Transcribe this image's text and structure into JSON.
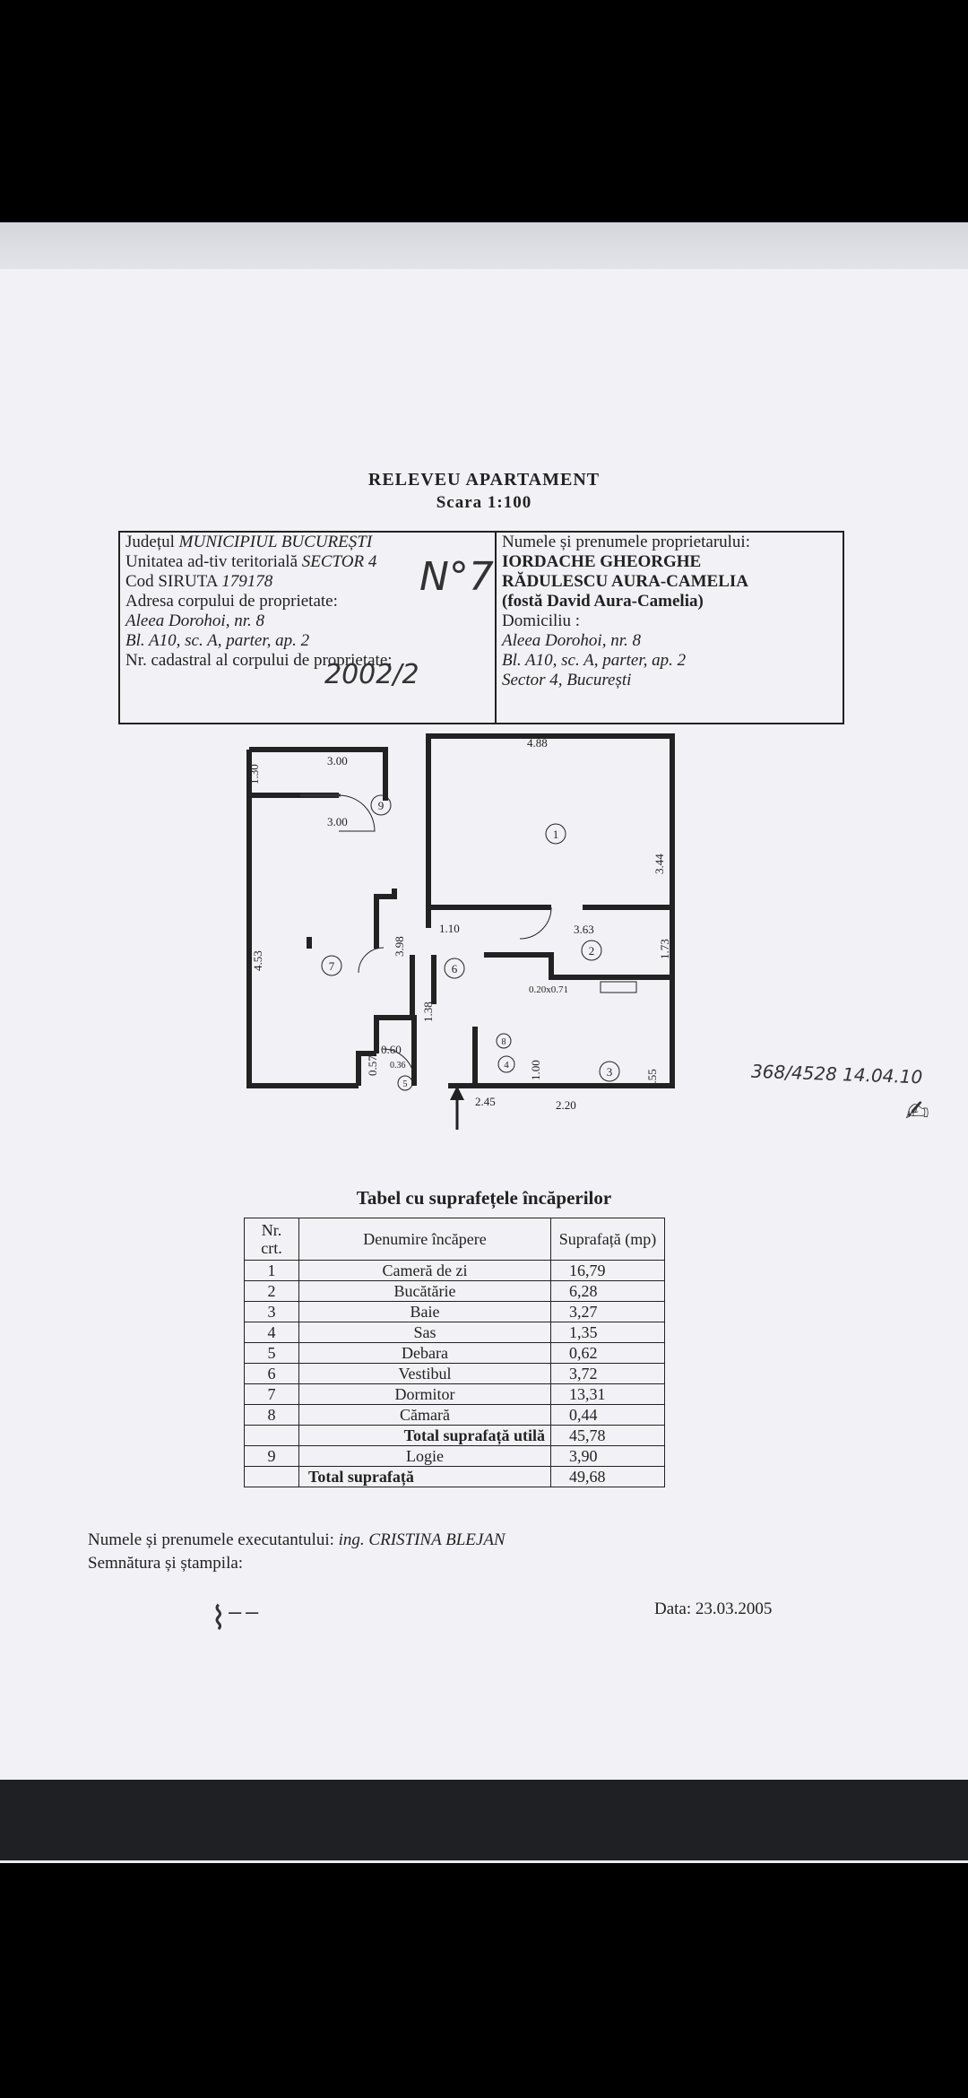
{
  "document": {
    "title": "RELEVEU APARTAMENT",
    "scale": "Scara 1:100"
  },
  "info_left": {
    "judet_label": "Județul",
    "judet_value": "MUNICIPIUL BUCUREȘTI",
    "unitate_label": "Unitatea ad-tiv teritorială",
    "unitate_value": "SECTOR 4",
    "siruta_label": "Cod SIRUTA",
    "siruta_value": "179178",
    "adresa_label": "Adresa corpului de proprietate:",
    "adresa_line1": "Aleea Dorohoi, nr. 8",
    "adresa_line2": "Bl. A10, sc. A, parter, ap. 2",
    "cadastral_label": "Nr. cadastral al corpului de proprietate:",
    "handwritten_cadastral": "2002/2",
    "handwritten_mark": "N°7"
  },
  "info_right": {
    "owner_label": "Numele și prenumele proprietarului:",
    "owner1": "IORDACHE GHEORGHE",
    "owner2": "RĂDULESCU AURA-CAMELIA",
    "owner3": "(fostă David Aura-Camelia)",
    "domiciliu_label": "Domiciliu :",
    "dom_line1": "Aleea Dorohoi, nr. 8",
    "dom_line2": "Bl. A10, sc. A, parter, ap. 2",
    "dom_line3": "Sector 4, București"
  },
  "plan": {
    "dimensions": [
      "4.88",
      "3.00",
      "1.30",
      "3.00",
      "3.44",
      "4.53",
      "3.98",
      "1.10",
      "3.63",
      "1.73",
      "0.20x0.71",
      "1.38",
      "0.60",
      "0.57",
      "0.36",
      "1.00",
      "2.45",
      "2.20",
      "1.55"
    ],
    "rooms": [
      "1",
      "2",
      "3",
      "4",
      "5",
      "6",
      "7",
      "9",
      "8"
    ]
  },
  "handwritten_side": {
    "note": "368/4528  14.04.10"
  },
  "table": {
    "title": "Tabel cu suprafețele încăperilor",
    "header": {
      "nr": "Nr. crt.",
      "name": "Denumire încăpere",
      "area": "Suprafață (mp)"
    },
    "rows": [
      {
        "nr": "1",
        "name": "Cameră de zi",
        "area": "16,79"
      },
      {
        "nr": "2",
        "name": "Bucătărie",
        "area": "6,28"
      },
      {
        "nr": "3",
        "name": "Baie",
        "area": "3,27"
      },
      {
        "nr": "4",
        "name": "Sas",
        "area": "1,35"
      },
      {
        "nr": "5",
        "name": "Debara",
        "area": "0,62"
      },
      {
        "nr": "6",
        "name": "Vestibul",
        "area": "3,72"
      },
      {
        "nr": "7",
        "name": "Dormitor",
        "area": "13,31"
      },
      {
        "nr": "8",
        "name": "Cămară",
        "area": "0,44"
      }
    ],
    "total_util_label": "Total suprafață utilă",
    "total_util_value": "45,78",
    "logie_nr": "9",
    "logie_name": "Logie",
    "logie_value": "3,90",
    "total_label": "Total suprafață",
    "total_value": "49,68"
  },
  "footer": {
    "executant_label": "Numele și prenumele executantului:",
    "executant_value": "ing. CRISTINA BLEJAN",
    "semnatura_label": "Semnătura și ștampila:",
    "date_label": "Data:",
    "date_value": "23.03.2005"
  }
}
